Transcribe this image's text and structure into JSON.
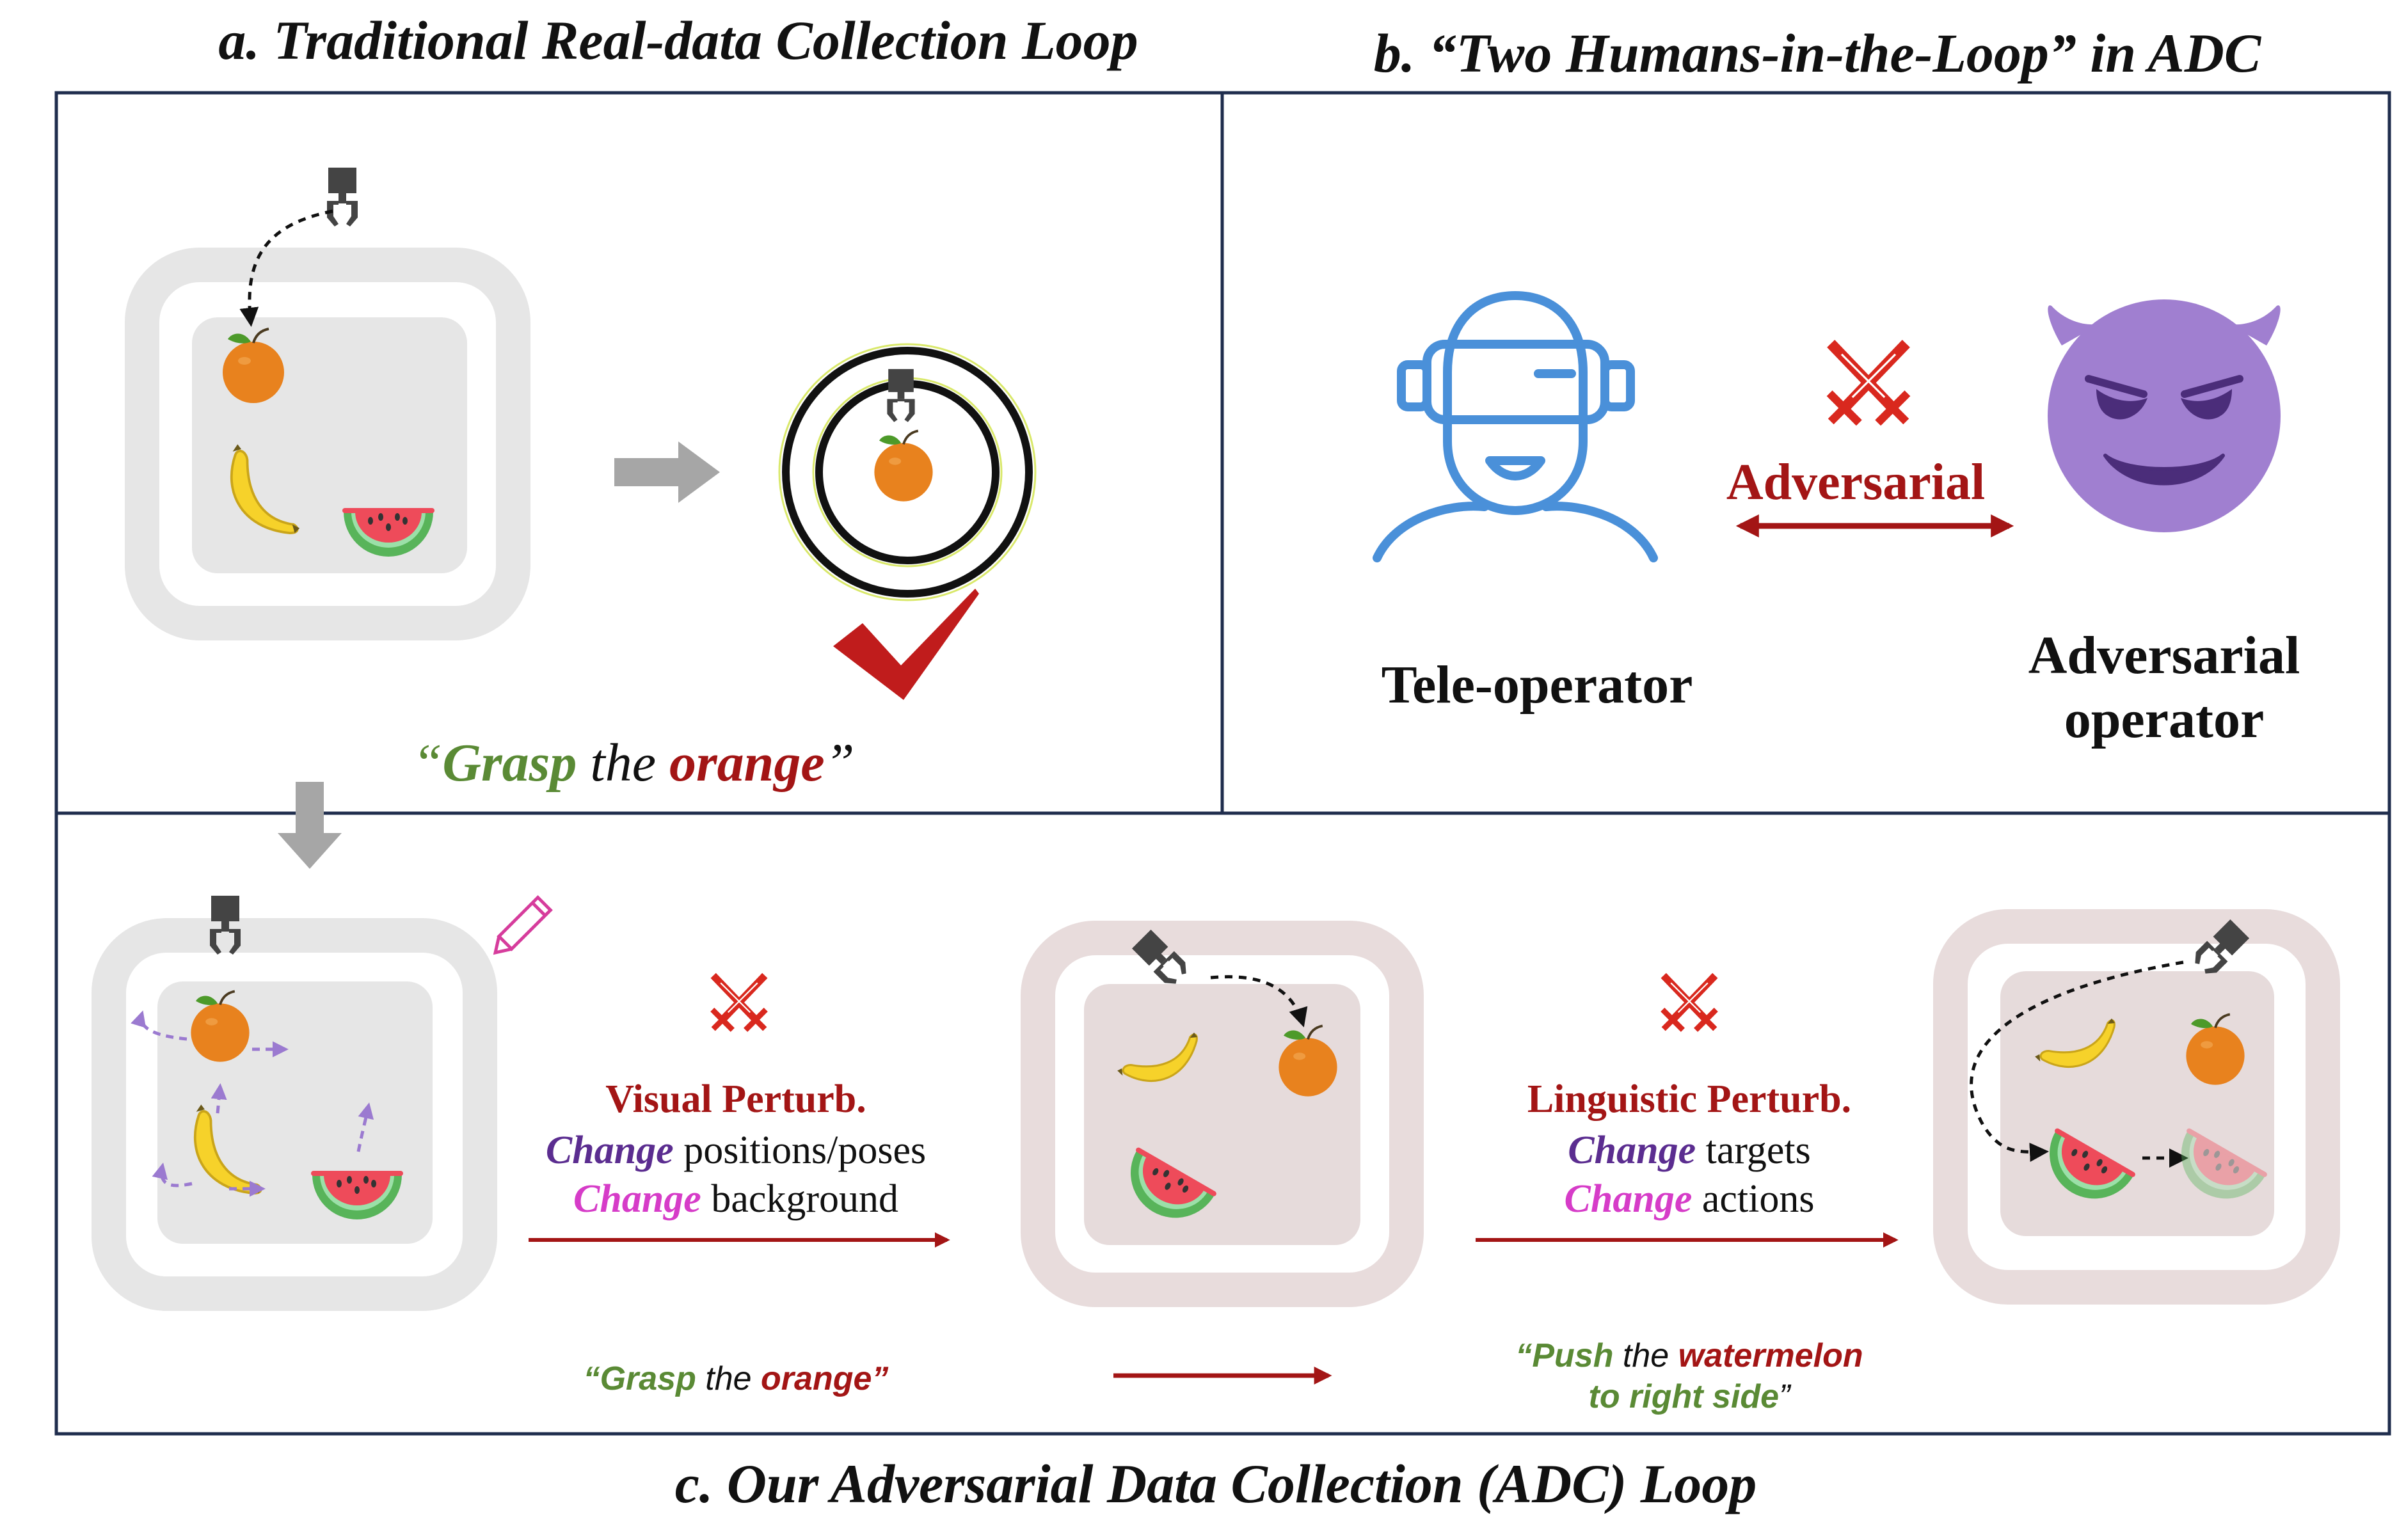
{
  "titles": {
    "a": "a. Traditional Real-data Collection Loop",
    "b": "b. “Two Humans-in-the-Loop” in ADC",
    "c": "c. Our Adversarial Data Collection (ADC) Loop"
  },
  "panel_a": {
    "quote_open": "“",
    "verb": "Grasp",
    "middle": " the ",
    "object": "orange",
    "quote_close": "”"
  },
  "panel_b": {
    "adversarial_label": "Adversarial",
    "teleop_label": "Tele-operator",
    "adv_operator_line1": "Adversarial",
    "adv_operator_line2": "operator",
    "teleop_icon": "vr-headset-person-icon",
    "adversary_icon": "smiling-devil-icon",
    "conflict_icon": "crossed-swords-icon"
  },
  "panel_c": {
    "visual": {
      "title": "Visual Perturb.",
      "line1_verb": "Change",
      "line1_rest": " positions/poses",
      "line2_verb": "Change",
      "line2_rest": " background"
    },
    "linguistic": {
      "title": "Linguistic Perturb.",
      "line1_verb": "Change",
      "line1_rest": " targets",
      "line2_verb": "Change",
      "line2_rest": " actions"
    },
    "instr1": {
      "open": "“",
      "verb": "Grasp",
      "middle": " the ",
      "object": "orange",
      "close": "”"
    },
    "instr2": {
      "open": "“",
      "verb": "Push",
      "middle": " the ",
      "object": "watermelon",
      "line2": "to right side",
      "close": "”"
    }
  },
  "colors": {
    "frame": "#1f2d4d",
    "dark_red": "#a31515",
    "green": "#5a8a35",
    "purple": "#5b2d90",
    "magenta": "#d63cc8",
    "teleop_blue": "#4a90d9",
    "devil_purple": "#a07fd0",
    "orange_fruit": "#e8821e",
    "gripper": "#444444",
    "arrow_gray": "#a6a6a6"
  }
}
